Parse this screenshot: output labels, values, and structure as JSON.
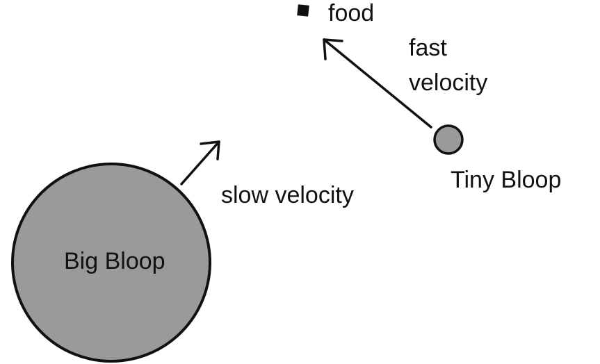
{
  "labels": {
    "food": "food",
    "fast_velocity_line1": "fast",
    "fast_velocity_line2": "velocity",
    "tiny_bloop": "Tiny Bloop",
    "slow_velocity": "slow velocity",
    "big_bloop": "Big Bloop"
  },
  "colors": {
    "bloop_fill": "#999a9c",
    "stroke": "#111111",
    "background": "#ffffff"
  }
}
